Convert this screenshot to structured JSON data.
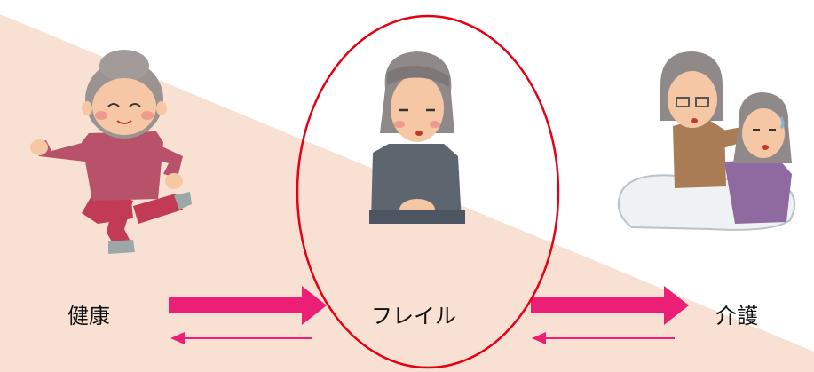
{
  "stages": {
    "healthy": {
      "label": "健康"
    },
    "frailty": {
      "label": "フレイル"
    },
    "care": {
      "label": "介護"
    }
  },
  "colors": {
    "slope_fill": "#f8e1d3",
    "arrow": "#ec1f76",
    "ellipse": "#e60012",
    "text": "#111111"
  },
  "icons": [
    "active-elderly-woman-icon",
    "frail-elderly-woman-icon",
    "caregiver-couple-icon"
  ]
}
